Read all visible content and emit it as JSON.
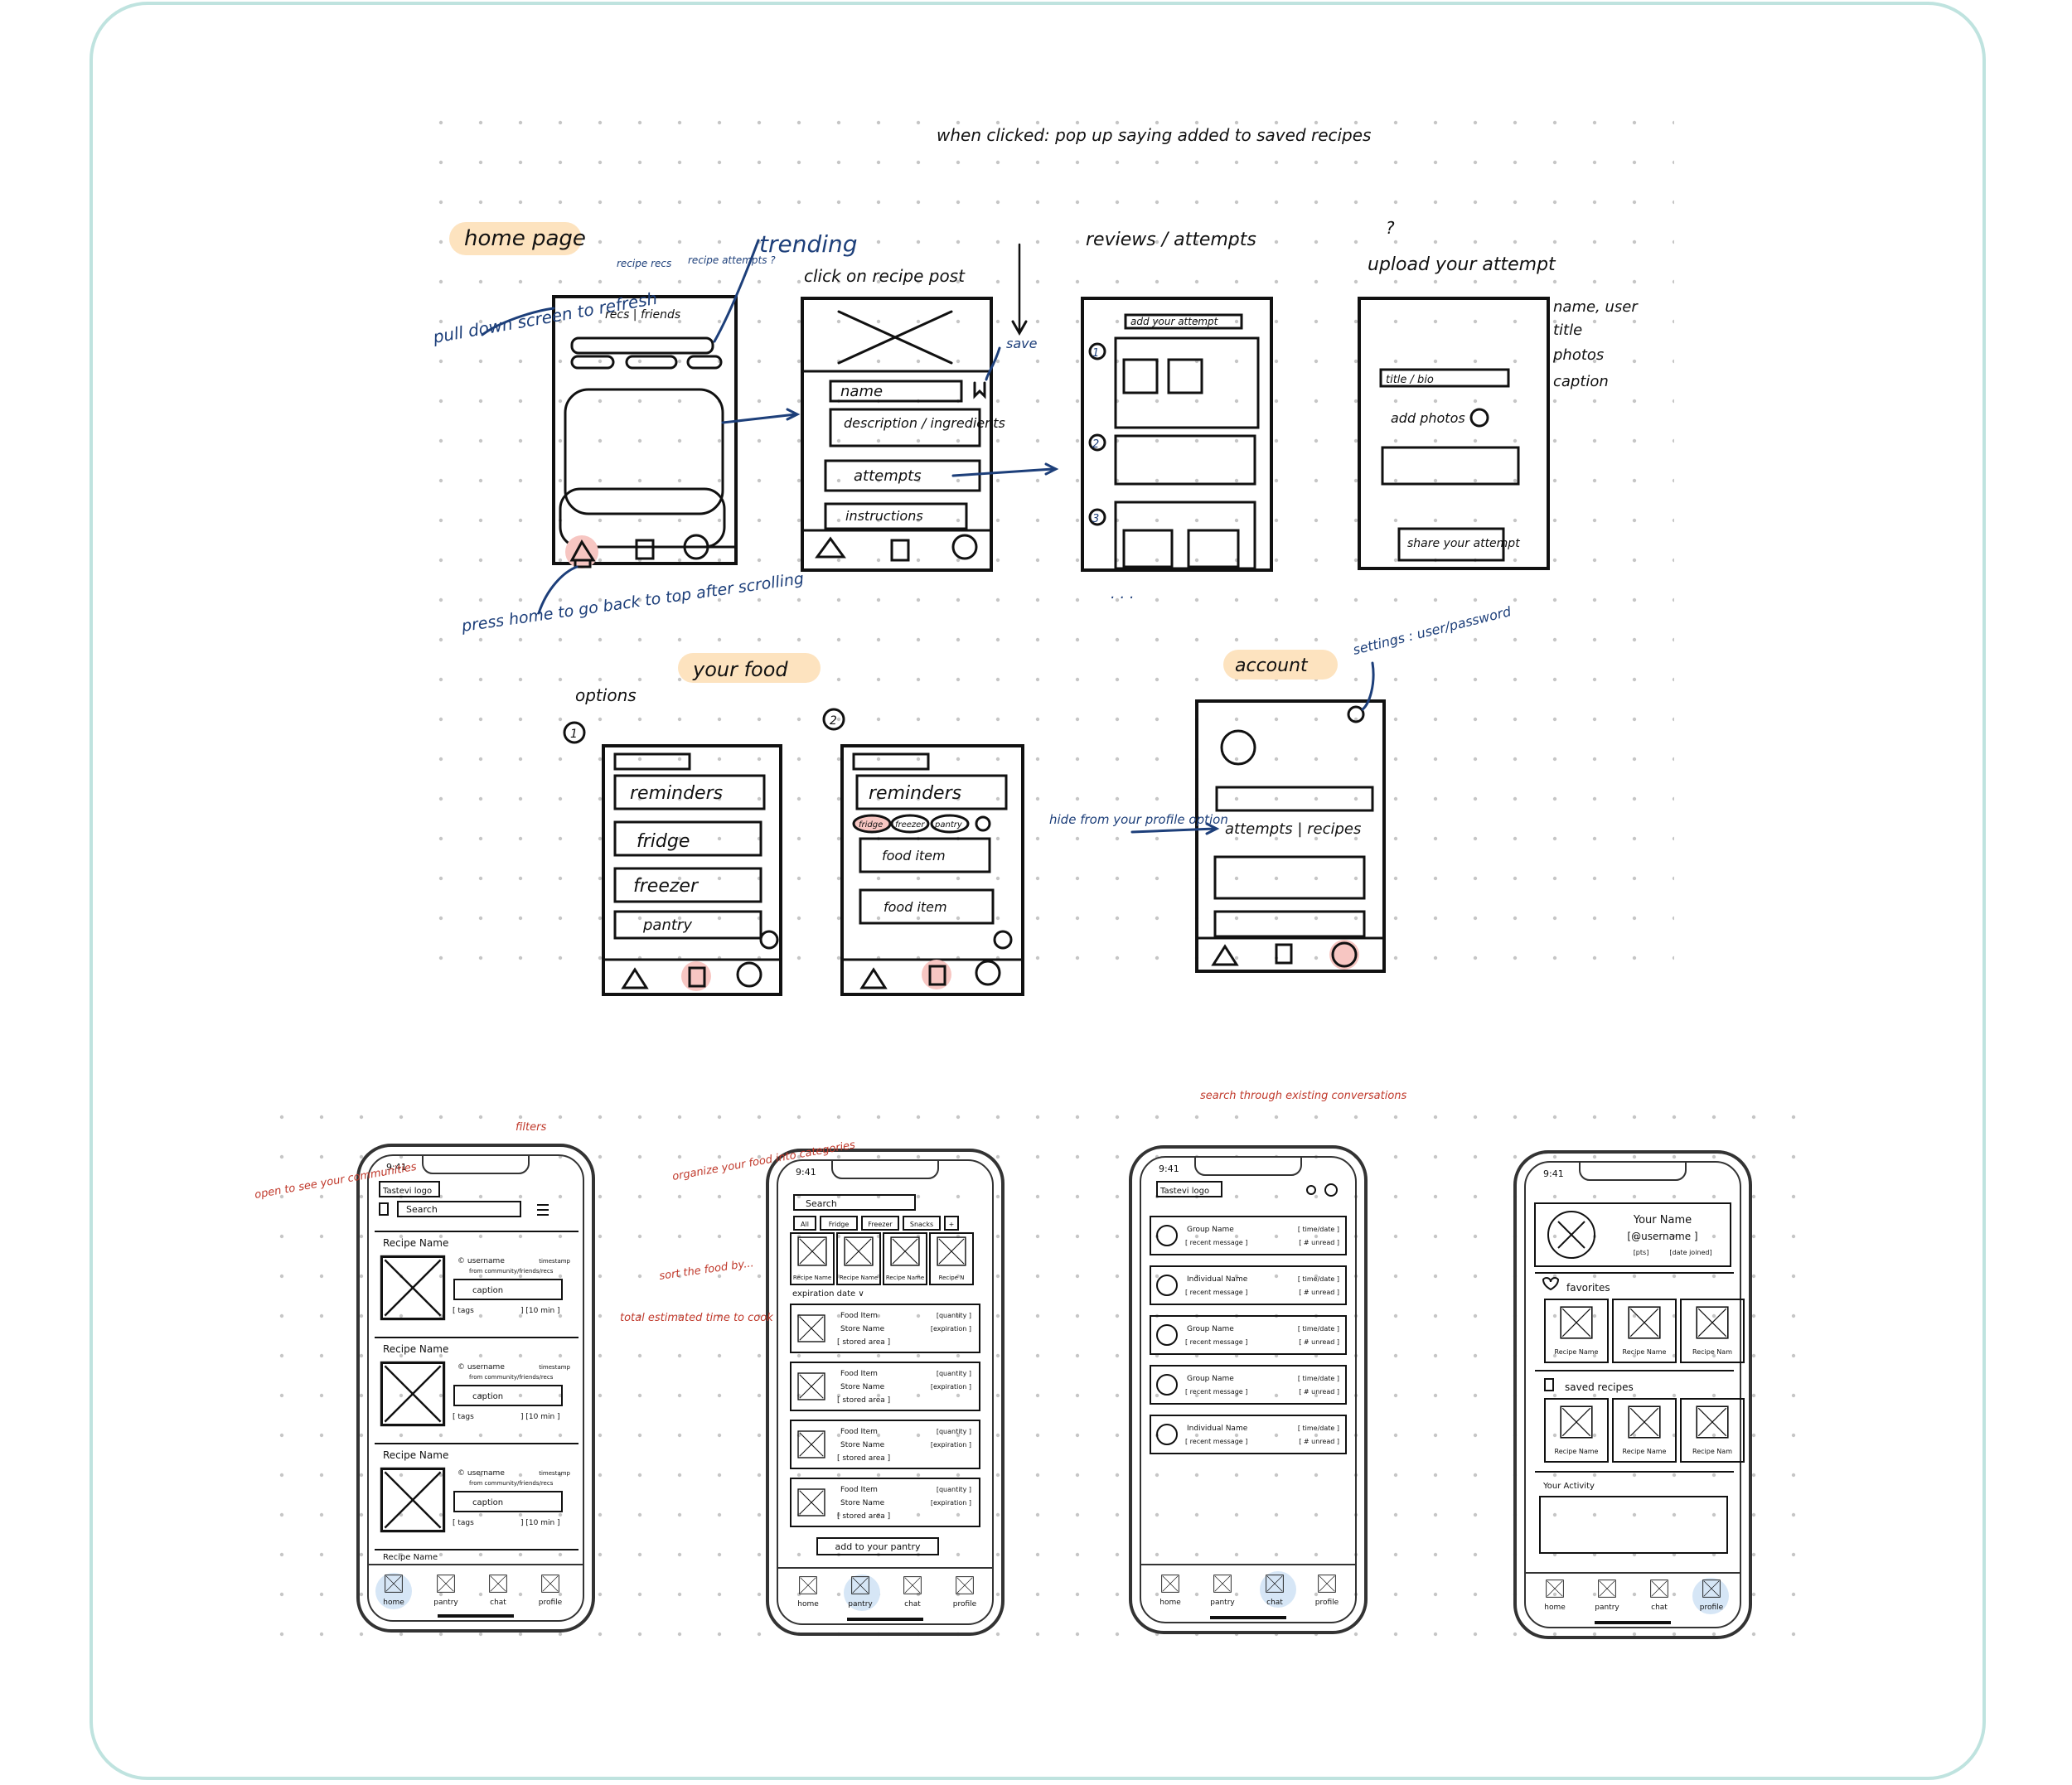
{
  "colors": {
    "frame": "#bfe3df",
    "highlight_section": "#fde3bf",
    "highlight_active": "#f7c6c2",
    "highlight_tab": "#d6e6f6",
    "annotation_blue": "#1d3f7a",
    "annotation_red": "#c0392b",
    "ink": "#111111"
  },
  "sketches": {
    "home": {
      "label": "home page",
      "tabs": "recs | friends",
      "tab_notes": [
        "recipe recs",
        "recipe attempts ?"
      ],
      "trending": "trending",
      "pull_note": "pull down screen to refresh",
      "press_note": "press home to go back to top after scrolling"
    },
    "recipe": {
      "caption": "click on recipe post",
      "save": "save",
      "popup_note": "when clicked: pop up saying added to saved recipes",
      "items": [
        "name",
        "description / ingredients",
        "attempts",
        "instructions"
      ]
    },
    "reviews": {
      "caption": "reviews / attempts",
      "add_button": "add your attempt",
      "numbers": [
        "1",
        "2",
        "3"
      ],
      "more": ". . ."
    },
    "upload": {
      "question": "?",
      "caption": "upload your attempt",
      "title_field": "title / bio",
      "add_photos": "add photos",
      "share_button": "share your attempt",
      "notes": [
        "name, user",
        "title",
        "photos",
        "caption"
      ]
    },
    "food": {
      "label": "your food",
      "options_label": "options",
      "option_numbers": [
        "1",
        "2"
      ],
      "opt1_items": [
        "reminders",
        "fridge",
        "freezer",
        "pantry"
      ],
      "opt2_header": "reminders",
      "opt2_chips": [
        "fridge",
        "freezer",
        "pantry"
      ],
      "opt2_items": [
        "food item",
        "food item"
      ],
      "hide_note": "hide from your profile option"
    },
    "account": {
      "label": "account",
      "settings_note": "settings : user/password",
      "tabs": "attempts | recipes"
    }
  },
  "wireframes": {
    "time": "9:41",
    "nav": [
      "home",
      "pantry",
      "chat",
      "profile"
    ],
    "home": {
      "logo": "Tastevi logo",
      "search": "Search",
      "posts": [
        {
          "title": "Recipe Name",
          "user": "username",
          "stamp": "timestamp",
          "from": "from community/friends/recs",
          "caption": "caption",
          "tags": "[ tags",
          "time": "] [10 min ]"
        },
        {
          "title": "Recipe Name",
          "user": "username",
          "stamp": "timestamp",
          "from": "from community/friends/recs",
          "caption": "caption",
          "tags": "[ tags",
          "time": "] [10 min ]"
        },
        {
          "title": "Recipe Name",
          "user": "username",
          "stamp": "timestamp",
          "from": "from community/friends/recs",
          "caption": "caption",
          "tags": "[ tags",
          "time": "] [10 min ]"
        }
      ],
      "partial": "Recipe Name",
      "notes": {
        "filters": "filters",
        "communities": "open to see your communities",
        "total_time": "total estimated time to cook"
      }
    },
    "pantry": {
      "search": "Search",
      "filters": [
        "All",
        "Fridge",
        "Freezer",
        "Snacks",
        "+"
      ],
      "recipes": [
        "Recipe Name",
        "Recipe Name",
        "Recipe Name",
        "Recipe N"
      ],
      "sort": "expiration date",
      "items": [
        {
          "name": "Food Item",
          "qty": "[quantity ]",
          "store": "Store Name",
          "exp": "[expiration ]",
          "area": "[ stored area ]"
        },
        {
          "name": "Food Item",
          "qty": "[quantity ]",
          "store": "Store Name",
          "exp": "[expiration ]",
          "area": "[ stored area ]"
        },
        {
          "name": "Food Item",
          "qty": "[quantity ]",
          "store": "Store Name",
          "exp": "[expiration ]",
          "area": "[ stored area ]"
        },
        {
          "name": "Food Item",
          "qty": "[quantity ]",
          "store": "Store Name",
          "exp": "[expiration ]",
          "area": "[ stored area ]"
        }
      ],
      "add": "add to your pantry",
      "notes": {
        "organize": "organize your food into categories",
        "sort": "sort the food by..."
      }
    },
    "chat": {
      "logo": "Tastevi logo",
      "convos": [
        {
          "name": "Group Name",
          "time": "[ time/date ]",
          "msg": "[ recent message ]",
          "unread": "[ # unread ]"
        },
        {
          "name": "Individual Name",
          "time": "[ time/date ]",
          "msg": "[ recent message ]",
          "unread": "[ # unread ]"
        },
        {
          "name": "Group Name",
          "time": "[ time/date ]",
          "msg": "[ recent message ]",
          "unread": "[ # unread ]"
        },
        {
          "name": "Group Name",
          "time": "[ time/date ]",
          "msg": "[ recent message ]",
          "unread": "[ # unread ]"
        },
        {
          "name": "Individual Name",
          "time": "[ time/date ]",
          "msg": "[ recent message ]",
          "unread": "[ # unread ]"
        }
      ],
      "note": "search through existing conversations"
    },
    "profile": {
      "name": "Your Name",
      "username": "[@username ]",
      "pts": "[pts]",
      "joined": "[date joined]",
      "favorites": "favorites",
      "fav_items": [
        "Recipe Name",
        "Recipe Name",
        "Recipe Nam"
      ],
      "saved": "saved recipes",
      "saved_items": [
        "Recipe Name",
        "Recipe Name",
        "Recipe Nam"
      ],
      "activity": "Your Activity"
    }
  }
}
